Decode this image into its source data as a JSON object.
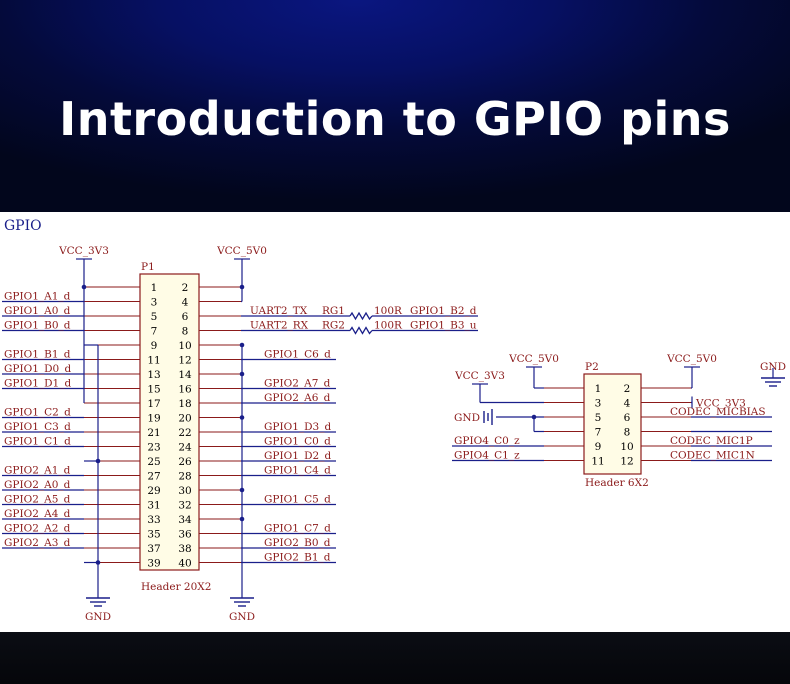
{
  "banner": {
    "title": "Introduction to GPIO pins"
  },
  "schematic": {
    "section_label": "GPIO",
    "p1": {
      "ref": "P1",
      "footprint": "Header 20X2",
      "left_pins": [
        "1",
        "3",
        "5",
        "7",
        "9",
        "11",
        "13",
        "15",
        "17",
        "19",
        "21",
        "23",
        "25",
        "27",
        "29",
        "31",
        "33",
        "35",
        "37",
        "39"
      ],
      "right_pins": [
        "2",
        "4",
        "6",
        "8",
        "10",
        "12",
        "14",
        "16",
        "18",
        "20",
        "22",
        "24",
        "26",
        "28",
        "30",
        "32",
        "34",
        "36",
        "38",
        "40"
      ],
      "left_nets": [
        "GPIO1_A1_d",
        "GPIO1_A0_d",
        "GPIO1_B0_d",
        "",
        "GPIO1_B1_d",
        "GPIO1_D0_d",
        "GPIO1_D1_d",
        "",
        "GPIO1_C2_d",
        "GPIO1_C3_d",
        "GPIO1_C1_d",
        "",
        "GPIO2_A1_d",
        "GPIO2_A0_d",
        "GPIO2_A5_d",
        "GPIO2_A4_d",
        "GPIO2_A2_d",
        "GPIO2_A3_d"
      ],
      "right_nets": [
        "",
        "",
        "UART2_TX",
        "UART2_RX",
        "",
        "GPIO1_C6_d",
        "",
        "GPIO2_A7_d",
        "GPIO2_A6_d",
        "",
        "GPIO1_D3_d",
        "GPIO1_C0_d",
        "GPIO1_D2_d",
        "GPIO1_C4_d",
        "",
        "GPIO1_C5_d",
        "",
        "GPIO1_C7_d",
        "GPIO2_B0_d",
        "GPIO2_B1_d"
      ],
      "power_left": "VCC_3V3",
      "power_right": "VCC_5V0",
      "ground_left": "GND",
      "ground_right": "GND"
    },
    "resistors": [
      {
        "ref": "RG1",
        "value": "100R",
        "net": "GPIO1_B2_d"
      },
      {
        "ref": "RG2",
        "value": "100R",
        "net": "GPIO1_B3_u"
      }
    ],
    "p2": {
      "ref": "P2",
      "footprint": "Header 6X2",
      "left_pins": [
        "1",
        "3",
        "5",
        "7",
        "9",
        "11"
      ],
      "right_pins": [
        "2",
        "4",
        "6",
        "8",
        "10",
        "12"
      ],
      "power_left": "VCC_3V3",
      "power_mid": "VCC_5V0",
      "power_right": "VCC_5V0",
      "gnd_left": "GND",
      "gnd_right": "GND",
      "vcc_pin4": "VCC_3V3",
      "left_nets": [
        "GPIO4_C0_z",
        "GPIO4_C1_z"
      ],
      "right_nets": [
        "CODEC_MICBIAS",
        "CODEC_MIC1P",
        "CODEC_MIC1N"
      ]
    }
  }
}
